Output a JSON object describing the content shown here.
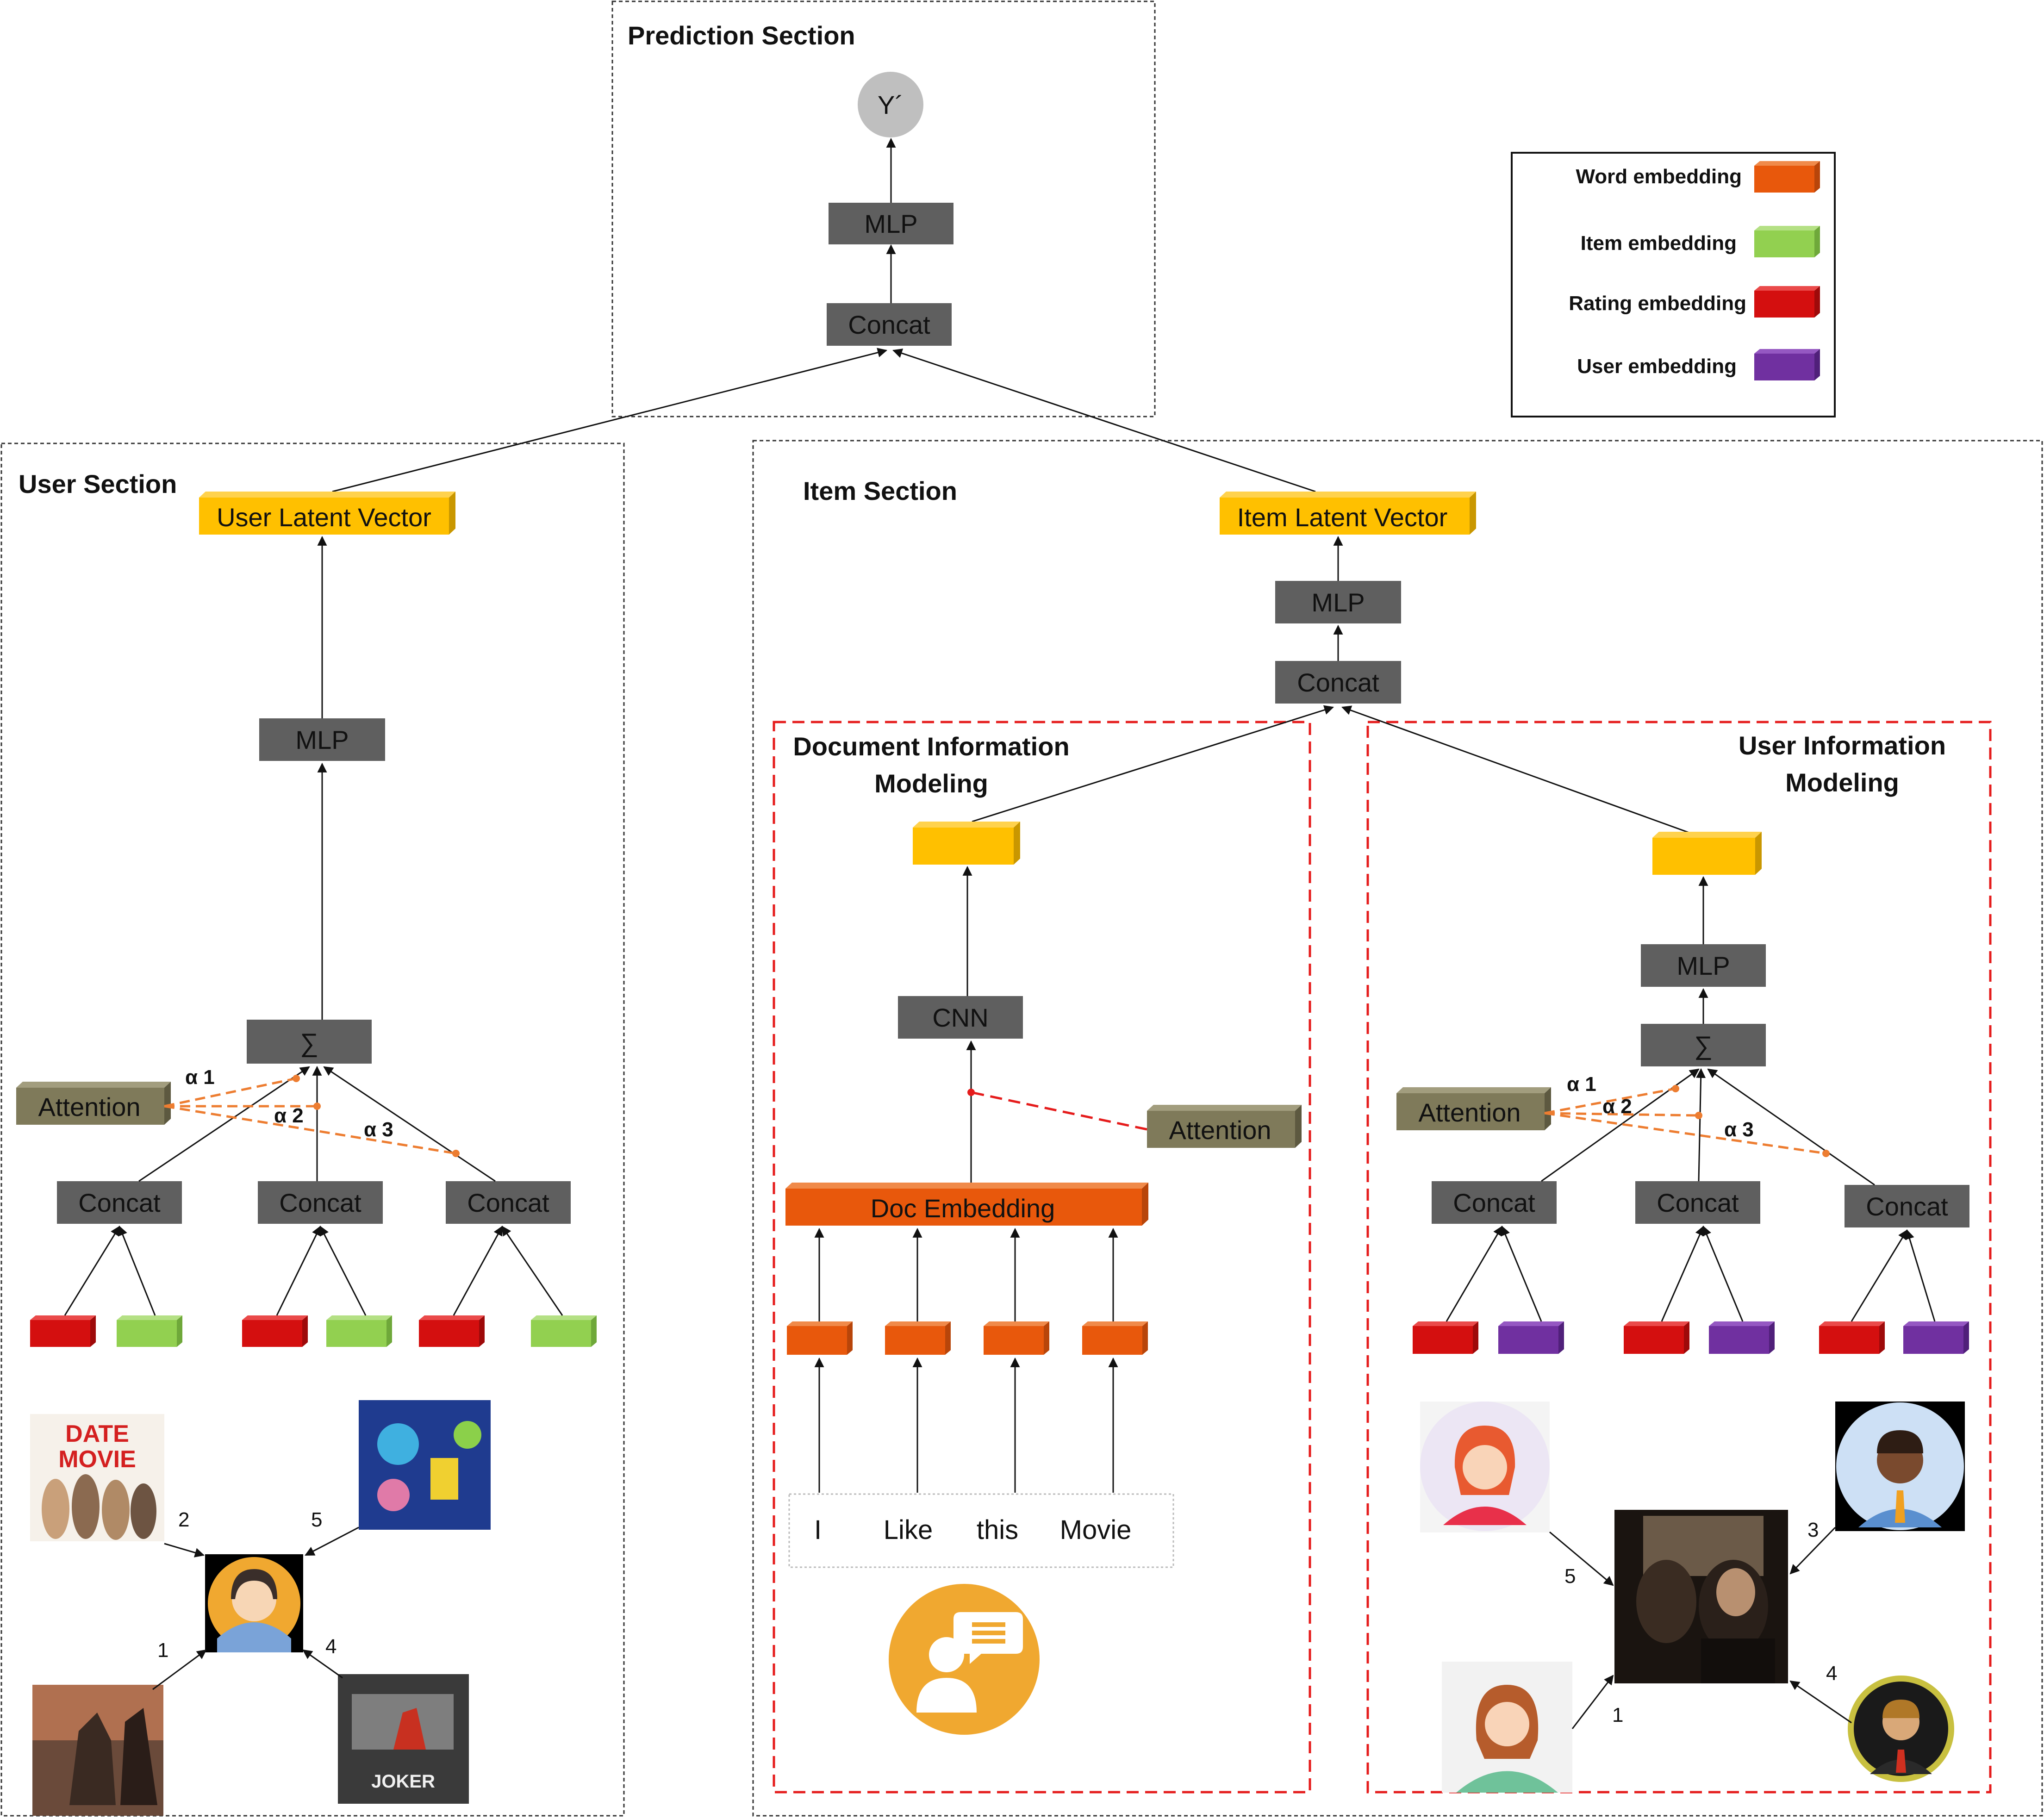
{
  "sections": {
    "prediction": "Prediction Section",
    "user": "User Section",
    "item": "Item Section",
    "document": "Document Information Modeling",
    "document_lines": [
      "Document Information",
      "Modeling"
    ],
    "user_info_lines": [
      "User Information",
      "Modeling"
    ]
  },
  "prediction": {
    "output": "Y´",
    "mlp": "MLP",
    "concat": "Concat"
  },
  "user": {
    "latent": "User Latent Vector",
    "mlp": "MLP",
    "sum": "∑",
    "attention": "Attention",
    "alphas": [
      "α 1",
      "α 2",
      "α 3"
    ],
    "concats": [
      "Concat",
      "Concat",
      "Concat"
    ],
    "poster_date_movie": [
      "DATE",
      "MOVIE"
    ],
    "poster_joker": "JOKER",
    "edge_numbers": [
      "2",
      "5",
      "1",
      "4"
    ]
  },
  "item": {
    "latent": "Item Latent Vector",
    "mlp": "MLP",
    "concat": "Concat",
    "cnn": "CNN",
    "doc_embedding": "Doc Embedding",
    "attention": "Attention",
    "words": [
      "I",
      "Like",
      "this",
      "Movie"
    ],
    "ui_mlp": "MLP",
    "ui_sum": "∑",
    "ui_attention": "Attention",
    "ui_alphas": [
      "α 1",
      "α 2",
      "α 3"
    ],
    "ui_concats": [
      "Concat",
      "Concat",
      "Concat"
    ],
    "edge_numbers": [
      "5",
      "3",
      "1",
      "4"
    ]
  },
  "legend": [
    {
      "label": "Word embedding",
      "color": "#e8580c"
    },
    {
      "label": "Item embedding",
      "color": "#92d050"
    },
    {
      "label": "Rating embedding",
      "color": "#d40f0f"
    },
    {
      "label": "User embedding",
      "color": "#7030a0"
    }
  ],
  "colors": {
    "gray_box": "#5f5f5f",
    "latent": "#ffc000",
    "attention": "#7f7a5a",
    "word": "#e8580c",
    "item": "#92d050",
    "rating": "#d40f0f",
    "user": "#7030a0",
    "dash_red": "#e51c1c",
    "alpha_line": "#ed7d31"
  }
}
